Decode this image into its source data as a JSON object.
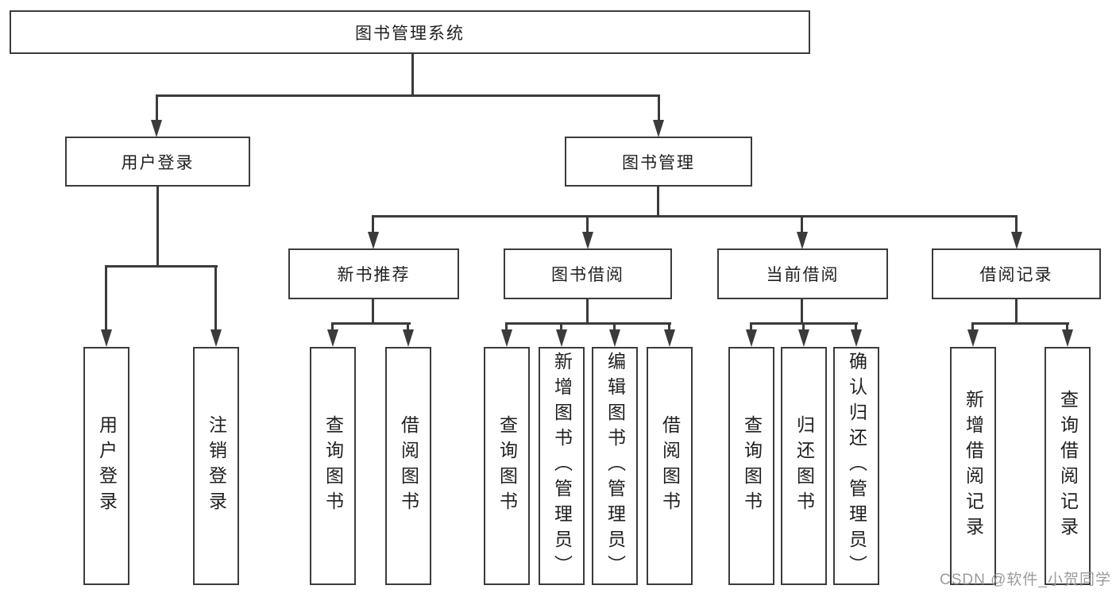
{
  "title": "图书管理系统",
  "branches": {
    "user_login": {
      "label": "用户登录",
      "children": [
        {
          "label": "用户登录"
        },
        {
          "label": "注销登录"
        }
      ]
    },
    "book_management": {
      "label": "图书管理",
      "sections": [
        {
          "label": "新书推荐",
          "children": [
            {
              "label": "查询图书"
            },
            {
              "label": "借阅图书"
            }
          ]
        },
        {
          "label": "图书借阅",
          "children": [
            {
              "label": "查询图书"
            },
            {
              "label": "新增图书（管理员）"
            },
            {
              "label": "编辑图书（管理员）"
            },
            {
              "label": "借阅图书"
            }
          ]
        },
        {
          "label": "当前借阅",
          "children": [
            {
              "label": "查询图书"
            },
            {
              "label": "归还图书"
            },
            {
              "label": "确认归还（管理员）"
            }
          ]
        },
        {
          "label": "借阅记录",
          "children": [
            {
              "label": "新增借阅记录"
            },
            {
              "label": "查询借阅记录"
            }
          ]
        }
      ]
    }
  },
  "watermark": "CSDN @软件_小贺同学",
  "colors": {
    "stroke": "#3b3b3b",
    "text": "#1f1f1f",
    "watermark": "#9b9b9b",
    "background": "#ffffff"
  }
}
